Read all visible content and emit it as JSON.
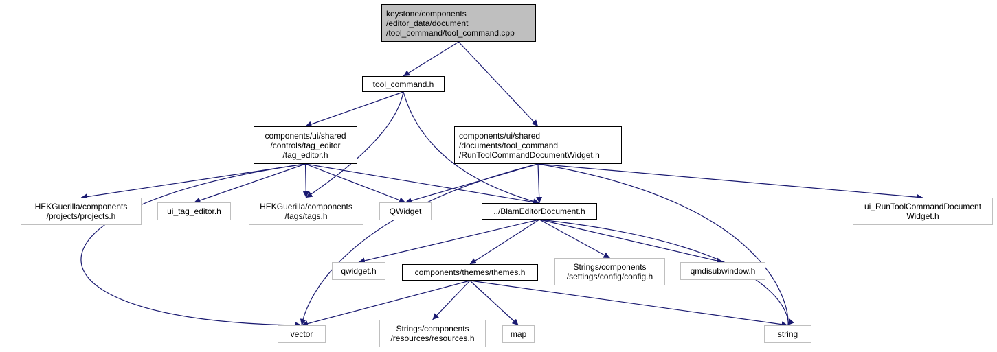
{
  "diagram": {
    "type": "include-dependency-graph",
    "colors": {
      "edge": "#191970",
      "root_fill": "#bfbfbf",
      "node_border": "#000000",
      "external_border": "#bfbfbf"
    },
    "nodes": [
      {
        "id": "root",
        "lines": [
          "keystone/components",
          "/editor_data/document",
          "/tool_command/tool_command.cpp"
        ],
        "kind": "root"
      },
      {
        "id": "tool_command_h",
        "lines": [
          "tool_command.h"
        ],
        "kind": "file"
      },
      {
        "id": "tag_editor_h",
        "lines": [
          "components/ui/shared",
          "/controls/tag_editor",
          "/tag_editor.h"
        ],
        "kind": "file"
      },
      {
        "id": "run_tool_widget_h",
        "lines": [
          "components/ui/shared",
          "/documents/tool_command",
          "/RunToolCommandDocumentWidget.h"
        ],
        "kind": "file"
      },
      {
        "id": "projects_h",
        "lines": [
          "HEKGuerilla/components",
          "/projects/projects.h"
        ],
        "kind": "external"
      },
      {
        "id": "ui_tag_editor_h",
        "lines": [
          "ui_tag_editor.h"
        ],
        "kind": "external"
      },
      {
        "id": "tags_h",
        "lines": [
          "HEKGuerilla/components",
          "/tags/tags.h"
        ],
        "kind": "external"
      },
      {
        "id": "QWidget",
        "lines": [
          "QWidget"
        ],
        "kind": "external"
      },
      {
        "id": "blam_editor_doc_h",
        "lines": [
          "../BlamEditorDocument.h"
        ],
        "kind": "file"
      },
      {
        "id": "ui_run_tool_h",
        "lines": [
          "ui_RunToolCommandDocument",
          "Widget.h"
        ],
        "kind": "external"
      },
      {
        "id": "qwidget_h",
        "lines": [
          "qwidget.h"
        ],
        "kind": "external"
      },
      {
        "id": "themes_h",
        "lines": [
          "components/themes/themes.h"
        ],
        "kind": "file"
      },
      {
        "id": "config_h",
        "lines": [
          "Strings/components",
          "/settings/config/config.h"
        ],
        "kind": "external"
      },
      {
        "id": "qmdisubwindow_h",
        "lines": [
          "qmdisubwindow.h"
        ],
        "kind": "external"
      },
      {
        "id": "vector",
        "lines": [
          "vector"
        ],
        "kind": "external"
      },
      {
        "id": "resources_h",
        "lines": [
          "Strings/components",
          "/resources/resources.h"
        ],
        "kind": "external"
      },
      {
        "id": "map",
        "lines": [
          "map"
        ],
        "kind": "external"
      },
      {
        "id": "string",
        "lines": [
          "string"
        ],
        "kind": "external"
      }
    ],
    "edges": [
      [
        "root",
        "tool_command_h"
      ],
      [
        "root",
        "run_tool_widget_h"
      ],
      [
        "tool_command_h",
        "tag_editor_h"
      ],
      [
        "tool_command_h",
        "tags_h"
      ],
      [
        "tool_command_h",
        "blam_editor_doc_h"
      ],
      [
        "tag_editor_h",
        "vector"
      ],
      [
        "tag_editor_h",
        "projects_h"
      ],
      [
        "tag_editor_h",
        "ui_tag_editor_h"
      ],
      [
        "tag_editor_h",
        "tags_h"
      ],
      [
        "tag_editor_h",
        "QWidget"
      ],
      [
        "tag_editor_h",
        "blam_editor_doc_h"
      ],
      [
        "run_tool_widget_h",
        "QWidget"
      ],
      [
        "run_tool_widget_h",
        "blam_editor_doc_h"
      ],
      [
        "run_tool_widget_h",
        "vector"
      ],
      [
        "run_tool_widget_h",
        "string"
      ],
      [
        "run_tool_widget_h",
        "ui_run_tool_h"
      ],
      [
        "blam_editor_doc_h",
        "qwidget_h"
      ],
      [
        "blam_editor_doc_h",
        "themes_h"
      ],
      [
        "blam_editor_doc_h",
        "config_h"
      ],
      [
        "blam_editor_doc_h",
        "qmdisubwindow_h"
      ],
      [
        "blam_editor_doc_h",
        "string"
      ],
      [
        "themes_h",
        "vector"
      ],
      [
        "themes_h",
        "resources_h"
      ],
      [
        "themes_h",
        "map"
      ],
      [
        "themes_h",
        "string"
      ]
    ]
  }
}
